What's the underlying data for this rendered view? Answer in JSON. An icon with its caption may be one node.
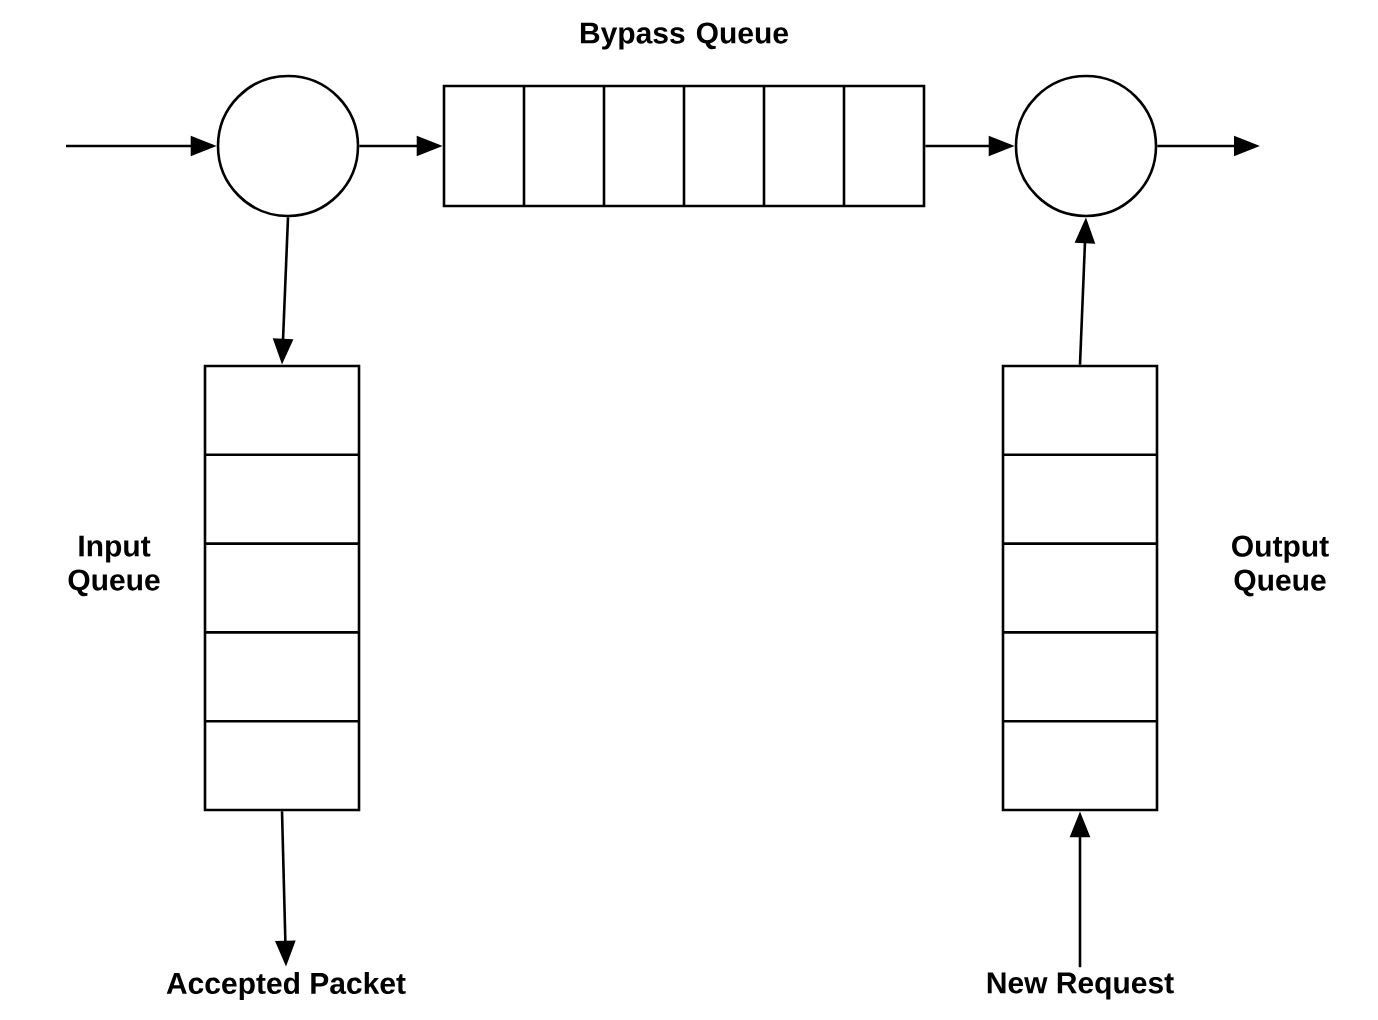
{
  "diagram": {
    "nodes": [
      {
        "text": [],
        "shape": "circle"
      },
      {
        "text": [
          "Bypass Queue"
        ]
      },
      {
        "text": [],
        "shape": "circle"
      },
      {
        "text": [
          "Input Queue"
        ]
      },
      {
        "text": [
          "Output Queue"
        ]
      },
      {
        "text": [
          "Accepted Packet"
        ]
      },
      {
        "text": [
          "New Request"
        ]
      }
    ],
    "edges": [
      {
        "from": null,
        "to": 0,
        "arrow": "to"
      },
      {
        "from": 0,
        "to": 1,
        "arrow": "to"
      },
      {
        "from": 1,
        "to": 2,
        "arrow": "to"
      },
      {
        "from": 2,
        "to": null,
        "arrow": "to"
      },
      {
        "from": 0,
        "to": 3,
        "arrow": "to"
      },
      {
        "from": 3,
        "to": 5,
        "arrow": "to"
      },
      {
        "from": 6,
        "to": 4,
        "arrow": "to"
      },
      {
        "from": 4,
        "to": 2,
        "arrow": "to"
      }
    ]
  }
}
